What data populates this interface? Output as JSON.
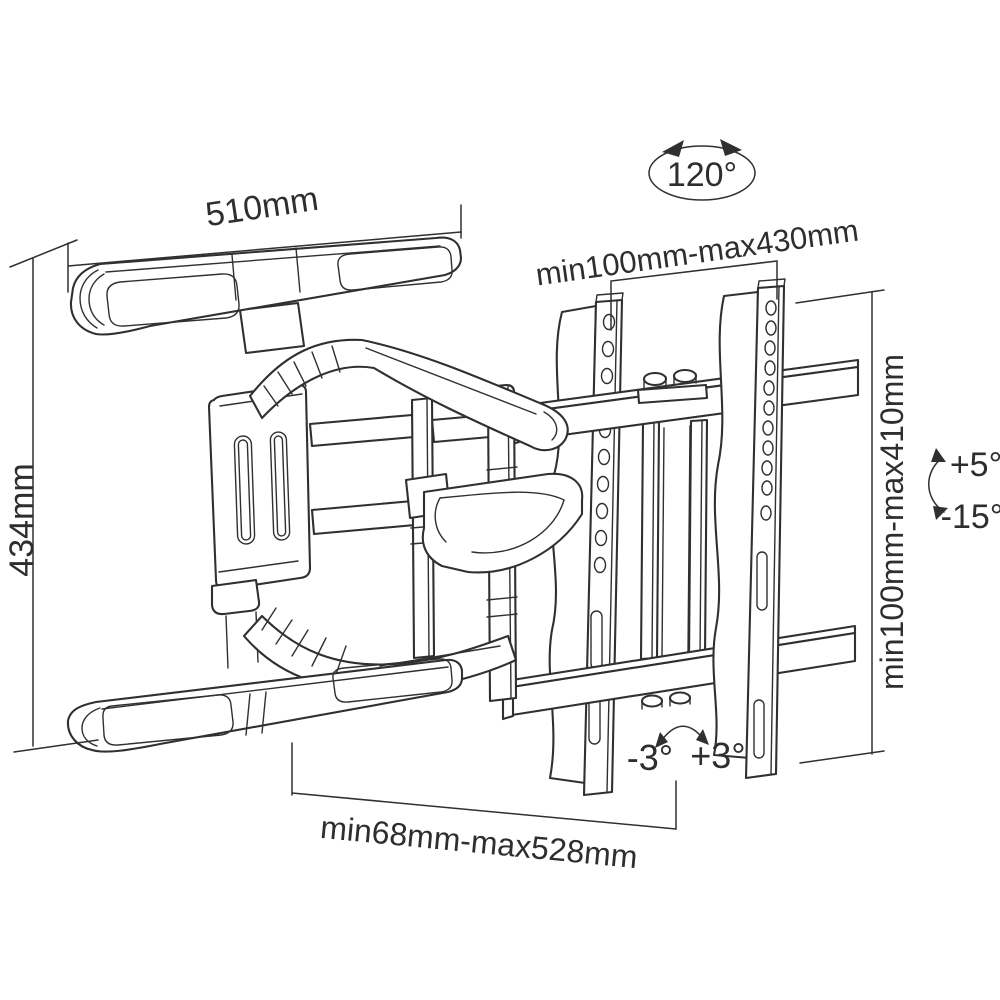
{
  "diagram": {
    "background_color": "#ffffff",
    "line_color": "#303030",
    "dimensions": {
      "top_width": "510mm",
      "plate_height": "434mm",
      "swivel_range": "120°",
      "vesa_width_range": "min100mm-max430mm",
      "vesa_height_range": "min100mm-max410mm",
      "tilt_up": "+5°",
      "tilt_down": "-15°",
      "level_left": "-3°",
      "level_right": "+3°",
      "extension_range": "min68mm-max528mm"
    }
  }
}
